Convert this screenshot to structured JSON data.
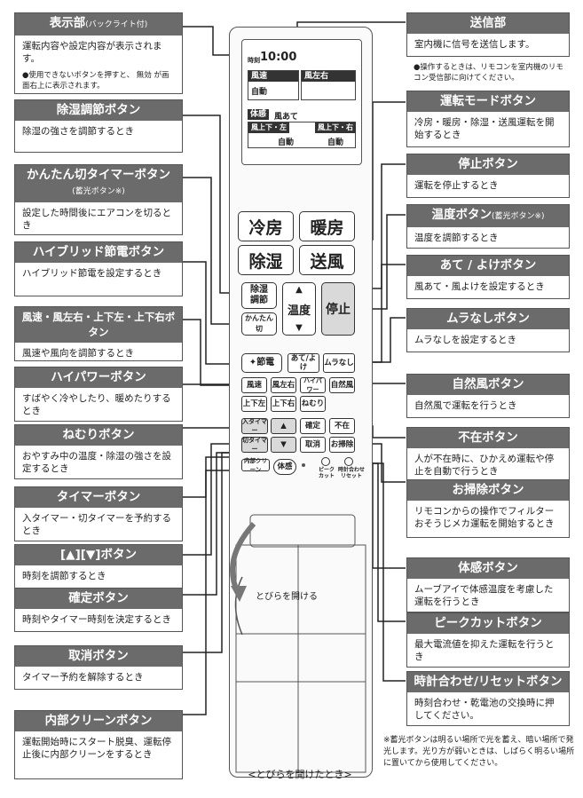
{
  "left_callouts": [
    {
      "id": "display",
      "title": "表示部",
      "title_sub": "(バックライト付)",
      "body": "運転内容や設定内容が表示されます。",
      "note": "●使用できないボタンを押すと、 無効 が画面右上に表示されます。"
    },
    {
      "id": "dehum",
      "title": "除湿調節ボタン",
      "body": "除湿の強さを調節するとき"
    },
    {
      "id": "easy-timer",
      "title": "かんたん切タイマーボタン",
      "title_sub": "(蓄光ボタン※)",
      "body": "設定した時間後にエアコンを切るとき"
    },
    {
      "id": "hybrid",
      "title": "ハイブリッド節電ボタン",
      "body": "ハイブリッド節電を設定するとき"
    },
    {
      "id": "wind",
      "title": "風速・風左右・上下左・上下右ボタン",
      "body": "風速や風向を調節するとき"
    },
    {
      "id": "highpower",
      "title": "ハイパワーボタン",
      "body": "すばやく冷やしたり、暖めたりするとき"
    },
    {
      "id": "sleep",
      "title": "ねむりボタン",
      "body": "おやすみ中の温度・除湿の強さを設定するとき"
    },
    {
      "id": "timer",
      "title": "タイマーボタン",
      "body": "入タイマー・切タイマーを予約するとき"
    },
    {
      "id": "updown",
      "title": "[▲][▼]ボタン",
      "body": "時刻を調節するとき"
    },
    {
      "id": "confirm",
      "title": "確定ボタン",
      "body": "時刻やタイマー時刻を決定するとき"
    },
    {
      "id": "cancel",
      "title": "取消ボタン",
      "body": "タイマー予約を解除するとき"
    },
    {
      "id": "inner-clean",
      "title": "内部クリーンボタン",
      "body": "運転開始時にスタート脱臭、運転停止後に内部クリーンをするとき"
    }
  ],
  "right_callouts": [
    {
      "id": "transmitter",
      "title": "送信部",
      "body": "室内機に信号を送信します。",
      "note": "●操作するときは、リモコンを室内機のリモコン受信部に向けてください。"
    },
    {
      "id": "mode",
      "title": "運転モードボタン",
      "body": "冷房・暖房・除湿・送風運転を開始するとき"
    },
    {
      "id": "stop",
      "title": "停止ボタン",
      "body": "運転を停止するとき"
    },
    {
      "id": "temp",
      "title": "温度ボタン",
      "title_sub": "(蓄光ボタン※)",
      "body": "温度を調節するとき"
    },
    {
      "id": "ate",
      "title": "あて / よけボタン",
      "body": "風あて・風よけを設定するとき"
    },
    {
      "id": "muranashi",
      "title": "ムラなしボタン",
      "body": "ムラなしを設定するとき"
    },
    {
      "id": "natural",
      "title": "自然風ボタン",
      "body": "自然風で運転を行うとき"
    },
    {
      "id": "absent",
      "title": "不在ボタン",
      "body": "人が不在時に、ひかえめ運転や停止を自動で行うとき"
    },
    {
      "id": "clean",
      "title": "お掃除ボタン",
      "body": "リモコンからの操作でフィルターおそうじメカ運転を開始するとき"
    },
    {
      "id": "taikan",
      "title": "体感ボタン",
      "body": "ムーブアイで体感温度を考慮した運転を行うとき"
    },
    {
      "id": "peakcut",
      "title": "ピークカットボタン",
      "body": "最大電流値を抑えた運転を行うとき"
    },
    {
      "id": "clock",
      "title": "時計合わせ/リセットボタン",
      "body": "時刻合わせ・乾電池の交換時に押してください。"
    }
  ],
  "lcd": {
    "time_label": "時刻",
    "time": "10:00",
    "fusoku": "風速",
    "fusoku_val": "自動",
    "fusayu": "風左右",
    "taikan": "体感",
    "kazeate": "風あて",
    "jouge_left": "風上下・左",
    "jouge_right": "風上下・右",
    "auto1": "自動",
    "auto2": "自動"
  },
  "buttons": {
    "cool": "冷房",
    "heat": "暖房",
    "dry": "除湿",
    "fan": "送風",
    "dehum_adjust": "除湿\n調節",
    "temp": "温度",
    "stop": "停止",
    "easy_off": "かんたん\n切",
    "hybrid": "節電",
    "ate": "あて/よけ",
    "mura": "ムラなし",
    "fusoku": "風速",
    "fusayu": "風左右",
    "hipower": "ハイパワー",
    "natural": "自然風",
    "jouge_l": "上下左",
    "jouge_r": "上下右",
    "sleep": "ねむり",
    "timer_on": "入タイマー",
    "confirm": "確定",
    "absent": "不在",
    "timer_off": "切タイマー",
    "cancel": "取消",
    "clean": "お掃除",
    "inner_clean": "内部クリーン",
    "taikan": "体感",
    "peak": "ピーク\nカット",
    "reset": "時計合わせ\nリセット"
  },
  "door_text": "とびらを開ける",
  "caption": "<とびらを開けたとき>",
  "footnote": "※蓄光ボタンは明るい場所で光を蓄え、暗い場所で発光します。光り方が弱いときは、しばらく明るい場所に置いてから使用してください。"
}
